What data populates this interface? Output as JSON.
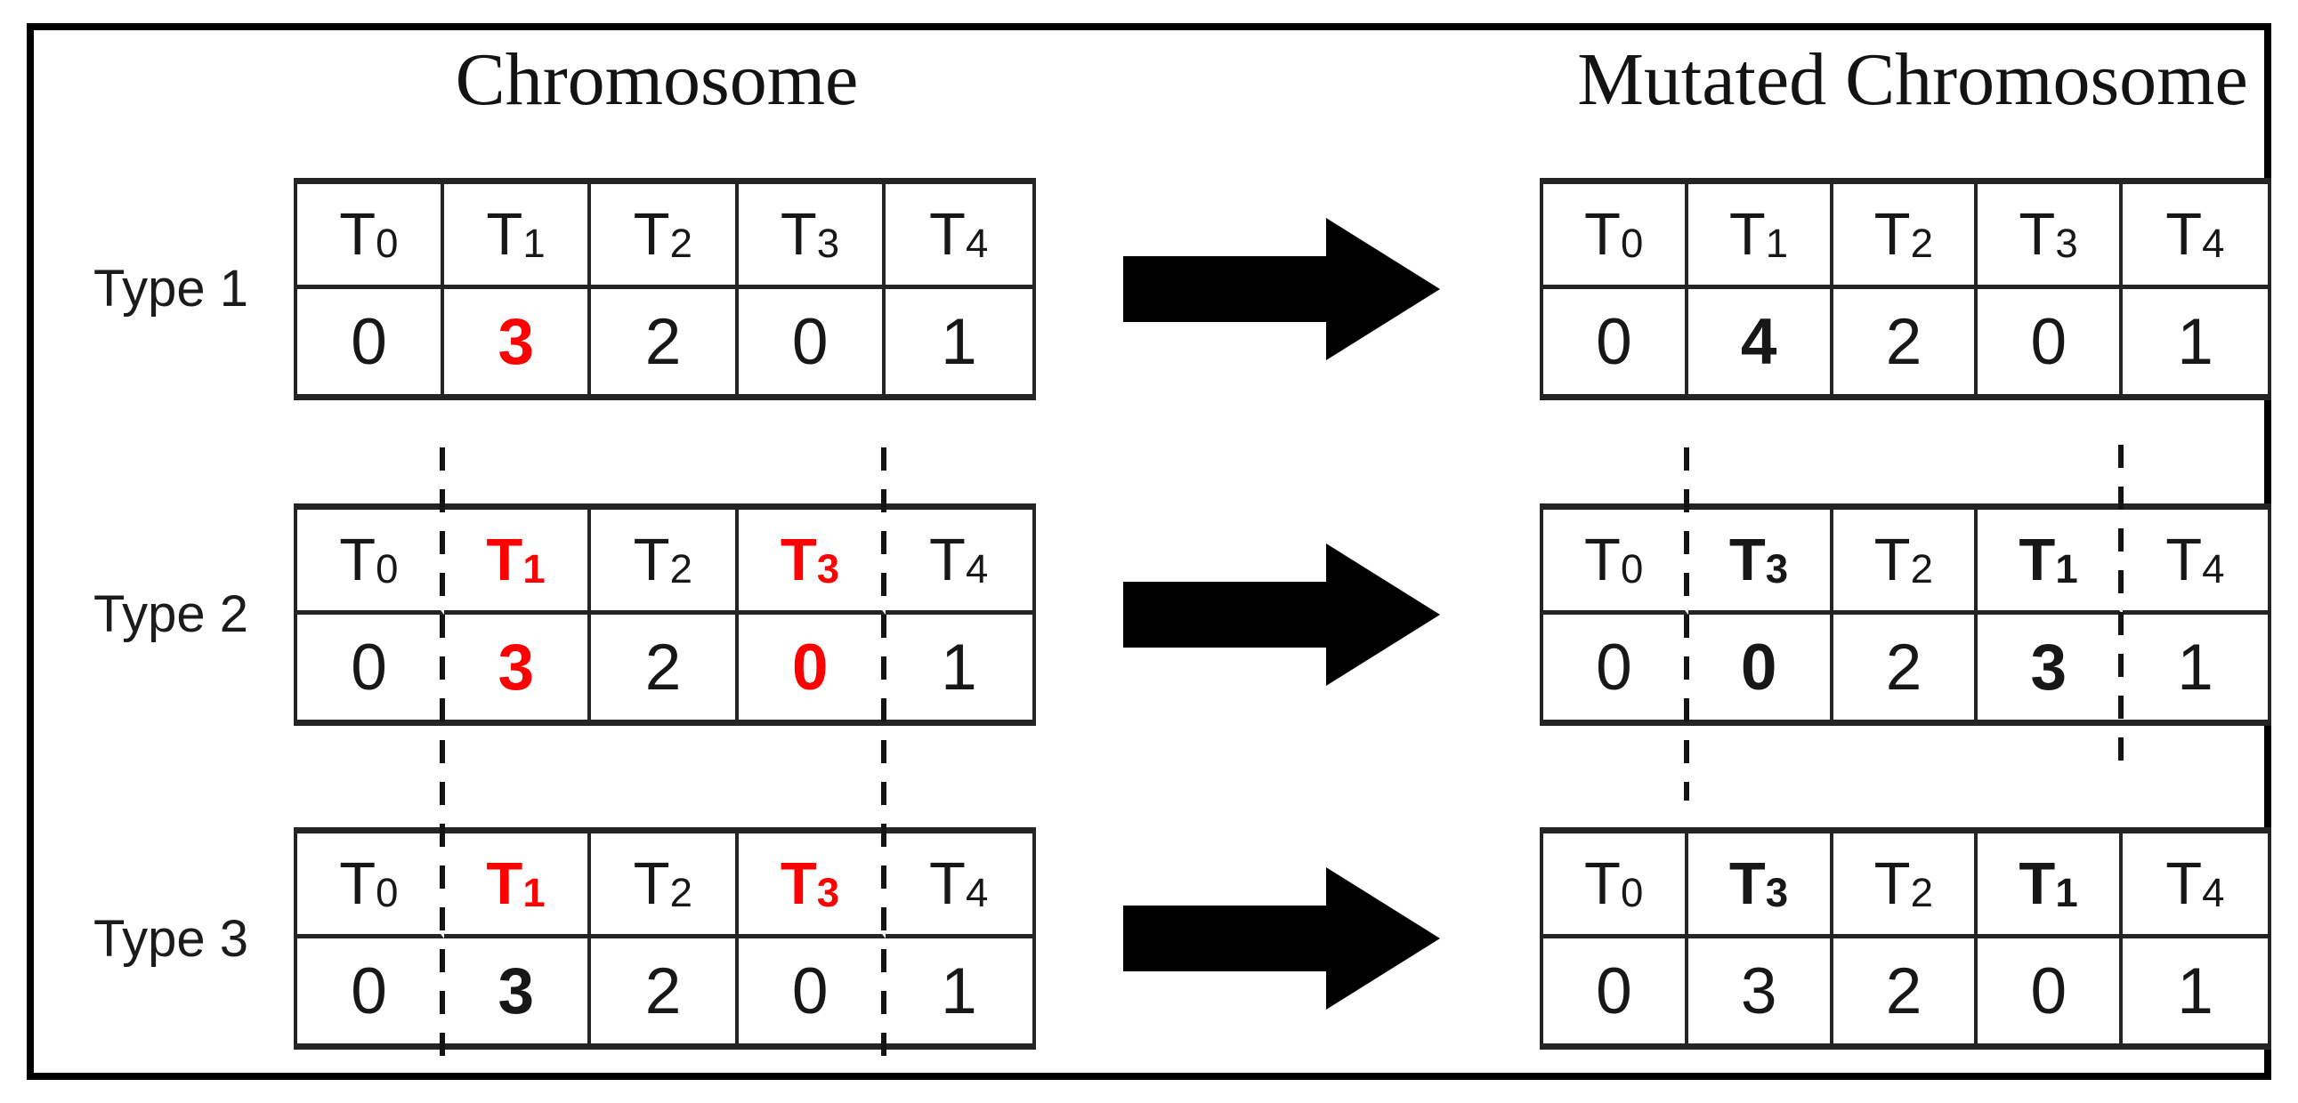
{
  "titles": {
    "left": "Chromosome",
    "right": "Mutated Chromosome"
  },
  "colors": {
    "highlight_red": "#ff0000",
    "ink": "#171717",
    "line": "#242424"
  },
  "icons": {
    "arrow": "right-block-arrow-icon",
    "dashed": "cut-point-dashed-line"
  },
  "rows": [
    {
      "label": "Type 1",
      "before": {
        "headers": [
          {
            "main": "T",
            "sub": "0",
            "style": "plain"
          },
          {
            "main": "T",
            "sub": "1",
            "style": "plain"
          },
          {
            "main": "T",
            "sub": "2",
            "style": "plain"
          },
          {
            "main": "T",
            "sub": "3",
            "style": "plain"
          },
          {
            "main": "T",
            "sub": "4",
            "style": "plain"
          }
        ],
        "values": [
          {
            "text": "0",
            "style": "plain"
          },
          {
            "text": "3",
            "style": "red"
          },
          {
            "text": "2",
            "style": "plain"
          },
          {
            "text": "0",
            "style": "plain"
          },
          {
            "text": "1",
            "style": "plain"
          }
        ]
      },
      "after": {
        "headers": [
          {
            "main": "T",
            "sub": "0",
            "style": "plain"
          },
          {
            "main": "T",
            "sub": "1",
            "style": "plain"
          },
          {
            "main": "T",
            "sub": "2",
            "style": "plain"
          },
          {
            "main": "T",
            "sub": "3",
            "style": "plain"
          },
          {
            "main": "T",
            "sub": "4",
            "style": "plain"
          }
        ],
        "values": [
          {
            "text": "0",
            "style": "plain"
          },
          {
            "text": "4",
            "style": "bold"
          },
          {
            "text": "2",
            "style": "plain"
          },
          {
            "text": "0",
            "style": "plain"
          },
          {
            "text": "1",
            "style": "plain"
          }
        ]
      }
    },
    {
      "label": "Type 2",
      "before": {
        "headers": [
          {
            "main": "T",
            "sub": "0",
            "style": "plain"
          },
          {
            "main": "T",
            "sub": "1",
            "style": "red"
          },
          {
            "main": "T",
            "sub": "2",
            "style": "plain"
          },
          {
            "main": "T",
            "sub": "3",
            "style": "red"
          },
          {
            "main": "T",
            "sub": "4",
            "style": "plain"
          }
        ],
        "values": [
          {
            "text": "0",
            "style": "plain"
          },
          {
            "text": "3",
            "style": "red"
          },
          {
            "text": "2",
            "style": "plain"
          },
          {
            "text": "0",
            "style": "red"
          },
          {
            "text": "1",
            "style": "plain"
          }
        ]
      },
      "after": {
        "headers": [
          {
            "main": "T",
            "sub": "0",
            "style": "plain"
          },
          {
            "main": "T",
            "sub": "3",
            "style": "bold"
          },
          {
            "main": "T",
            "sub": "2",
            "style": "plain"
          },
          {
            "main": "T",
            "sub": "1",
            "style": "bold"
          },
          {
            "main": "T",
            "sub": "4",
            "style": "plain"
          }
        ],
        "values": [
          {
            "text": "0",
            "style": "plain"
          },
          {
            "text": "0",
            "style": "bold"
          },
          {
            "text": "2",
            "style": "plain"
          },
          {
            "text": "3",
            "style": "bold"
          },
          {
            "text": "1",
            "style": "plain"
          }
        ]
      }
    },
    {
      "label": "Type 3",
      "before": {
        "headers": [
          {
            "main": "T",
            "sub": "0",
            "style": "plain"
          },
          {
            "main": "T",
            "sub": "1",
            "style": "red"
          },
          {
            "main": "T",
            "sub": "2",
            "style": "plain"
          },
          {
            "main": "T",
            "sub": "3",
            "style": "red"
          },
          {
            "main": "T",
            "sub": "4",
            "style": "plain"
          }
        ],
        "values": [
          {
            "text": "0",
            "style": "plain"
          },
          {
            "text": "3",
            "style": "bold"
          },
          {
            "text": "2",
            "style": "plain"
          },
          {
            "text": "0",
            "style": "plain"
          },
          {
            "text": "1",
            "style": "plain"
          }
        ]
      },
      "after": {
        "headers": [
          {
            "main": "T",
            "sub": "0",
            "style": "plain"
          },
          {
            "main": "T",
            "sub": "3",
            "style": "bold"
          },
          {
            "main": "T",
            "sub": "2",
            "style": "plain"
          },
          {
            "main": "T",
            "sub": "1",
            "style": "bold"
          },
          {
            "main": "T",
            "sub": "4",
            "style": "plain"
          }
        ],
        "values": [
          {
            "text": "0",
            "style": "plain"
          },
          {
            "text": "3",
            "style": "plain"
          },
          {
            "text": "2",
            "style": "plain"
          },
          {
            "text": "0",
            "style": "plain"
          },
          {
            "text": "1",
            "style": "plain"
          }
        ]
      }
    }
  ]
}
